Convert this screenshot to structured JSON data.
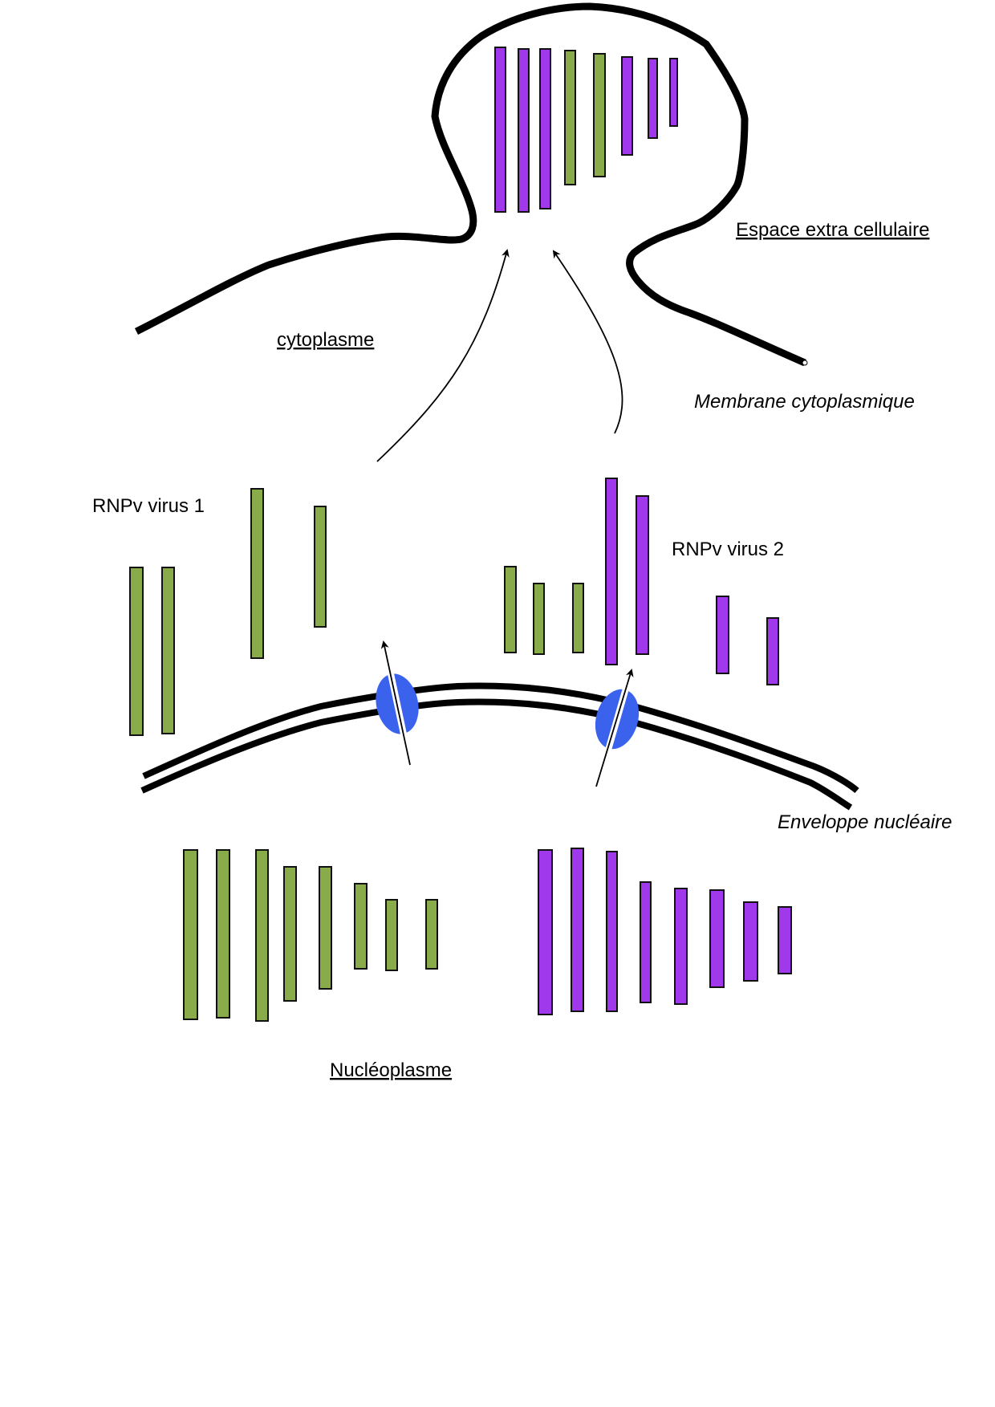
{
  "colors": {
    "virus1": "#8aab4a",
    "virus2": "#a038ec",
    "virus1_text": "#77973f",
    "virus2_text": "#8a3ac7",
    "pore": "#3a62ec",
    "outline": "#111111"
  },
  "labels": {
    "extracellular": "Espace extra cellulaire",
    "cytoplasm": "cytoplasme",
    "plasma_membrane": "Membrane cytoplasmique",
    "virus1": "RNPv virus 1",
    "virus2": "RNPv virus 2",
    "nuclear_envelope": "Enveloppe nucléaire",
    "nucleoplasm": "Nucléoplasme"
  },
  "groups": {
    "budding_virion": {
      "description": "RNP segments packaged in budding particle",
      "segments": [
        "virus2",
        "virus2",
        "virus2",
        "virus1",
        "virus1",
        "virus2",
        "virus2",
        "virus2"
      ]
    },
    "cytoplasm_virus1": {
      "segments": [
        "virus1",
        "virus1",
        "virus1",
        "virus1"
      ]
    },
    "cytoplasm_mixed": {
      "segments": [
        "virus1",
        "virus1",
        "virus1",
        "virus2",
        "virus2",
        "virus2",
        "virus2"
      ]
    },
    "nucleus_virus1": {
      "segments": [
        "virus1",
        "virus1",
        "virus1",
        "virus1",
        "virus1",
        "virus1",
        "virus1",
        "virus1"
      ]
    },
    "nucleus_virus2": {
      "segments": [
        "virus2",
        "virus2",
        "virus2",
        "virus2",
        "virus2",
        "virus2",
        "virus2",
        "virus2"
      ]
    }
  },
  "nuclear_pores": [
    "pore-1",
    "pore-2"
  ],
  "arrows": [
    "export-arrow-pore-1",
    "export-arrow-pore-2",
    "assembly-arrow-left",
    "assembly-arrow-right"
  ]
}
